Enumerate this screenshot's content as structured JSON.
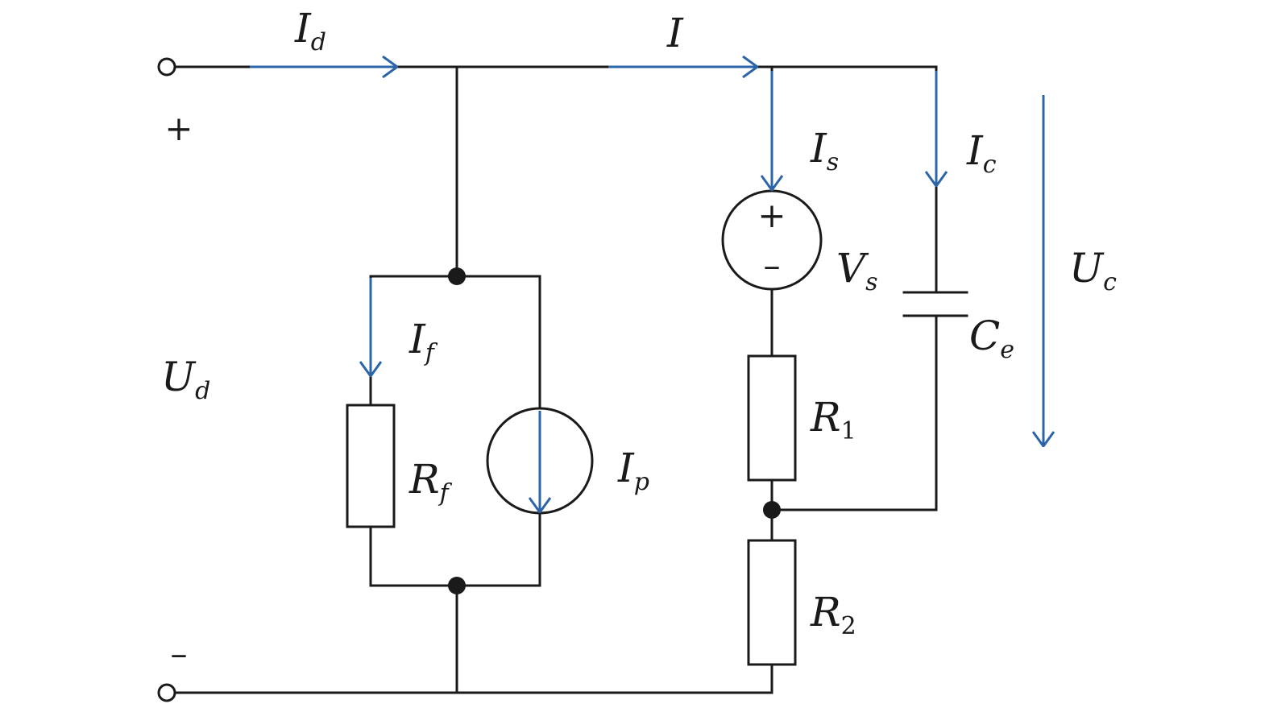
{
  "colors": {
    "wire": "#1a1a1a",
    "current_arrow": "#2c64a8",
    "background": "#ffffff"
  },
  "terminals": {
    "plus_sign": "+",
    "minus_sign": "–"
  },
  "source_vs": {
    "plus_sign": "+",
    "minus_sign": "–"
  },
  "labels": {
    "Id": {
      "main": "I",
      "sub": "d"
    },
    "I": {
      "main": "I",
      "sub": ""
    },
    "Is": {
      "main": "I",
      "sub": "s"
    },
    "Ic": {
      "main": "I",
      "sub": "c"
    },
    "If": {
      "main": "I",
      "sub": "f"
    },
    "Ip": {
      "main": "I",
      "sub": "p"
    },
    "Ud": {
      "main": "U",
      "sub": "d"
    },
    "Uc": {
      "main": "U",
      "sub": "c"
    },
    "Vs": {
      "main": "V",
      "sub": "s"
    },
    "Ce": {
      "main": "C",
      "sub": "e"
    },
    "R1": {
      "main": "R",
      "sub": "1"
    },
    "R2": {
      "main": "R",
      "sub": "2"
    },
    "Rf": {
      "main": "R",
      "sub": "f"
    }
  }
}
